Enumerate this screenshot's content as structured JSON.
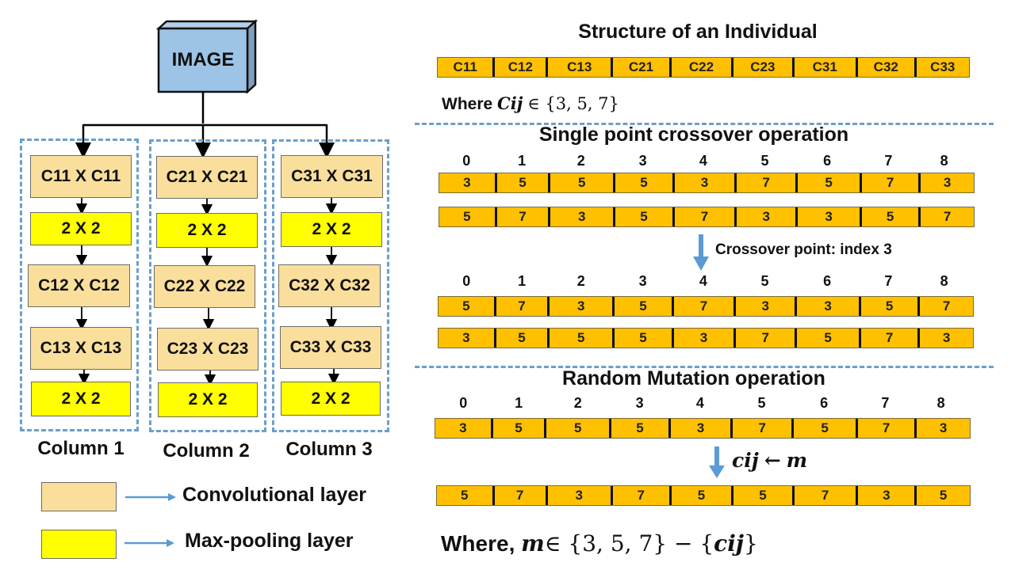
{
  "left": {
    "image_label": "IMAGE",
    "columns": [
      {
        "title": "Column 1",
        "layers": [
          "C11 X C11",
          "2 X 2",
          "C12 X C12",
          "C13 X C13",
          "2 X 2"
        ]
      },
      {
        "title": "Column 2",
        "layers": [
          "C21 X C21",
          "2 X 2",
          "C22 X C22",
          "C23 X C23",
          "2 X 2"
        ]
      },
      {
        "title": "Column 3",
        "layers": [
          "C31 X C31",
          "2 X 2",
          "C32 X C32",
          "C33 X C33",
          "2 X 2"
        ]
      }
    ],
    "legend": [
      {
        "label": "Convolutional layer",
        "color": "#fadf9c"
      },
      {
        "label": "Max-pooling layer",
        "color": "#ffff00"
      }
    ]
  },
  "structure": {
    "title": "Structure of an Individual",
    "genes": [
      "C11",
      "C12",
      "C13",
      "C21",
      "C22",
      "C23",
      "C31",
      "C32",
      "C33"
    ],
    "where_text": "Where",
    "where_math_var": "Cij",
    "where_math_set": "∈ {3, 5, 7}"
  },
  "crossover": {
    "title": "Single point crossover operation",
    "indices": [
      "0",
      "1",
      "2",
      "3",
      "4",
      "5",
      "6",
      "7",
      "8"
    ],
    "parent1": [
      "3",
      "5",
      "5",
      "5",
      "3",
      "7",
      "5",
      "7",
      "3"
    ],
    "parent2": [
      "5",
      "7",
      "3",
      "5",
      "7",
      "3",
      "3",
      "5",
      "7"
    ],
    "arrow_label": "Crossover point: index 3",
    "child1": [
      "5",
      "7",
      "3",
      "5",
      "7",
      "3",
      "3",
      "5",
      "7"
    ],
    "child2": [
      "3",
      "5",
      "5",
      "5",
      "3",
      "7",
      "5",
      "7",
      "3"
    ]
  },
  "mutation": {
    "title": "Random Mutation operation",
    "indices": [
      "0",
      "1",
      "2",
      "3",
      "4",
      "5",
      "6",
      "7",
      "8"
    ],
    "before": [
      "3",
      "5",
      "5",
      "5",
      "3",
      "7",
      "5",
      "7",
      "3"
    ],
    "arrow_var": "cij",
    "arrow_symbol": "←",
    "arrow_target": "m",
    "after": [
      "5",
      "7",
      "3",
      "7",
      "5",
      "5",
      "7",
      "3",
      "5"
    ],
    "where_text": "Where,",
    "where_var": "m",
    "where_set": "∈ {3, 5, 7} − {",
    "where_cij": "cij",
    "where_close": "}"
  },
  "colors": {
    "gene_fill": "#ffc000",
    "conv_fill": "#fadf9c",
    "pool_fill": "#ffff00",
    "image_fill": "#9dc3e6",
    "dash_blue": "#6a9fca"
  }
}
